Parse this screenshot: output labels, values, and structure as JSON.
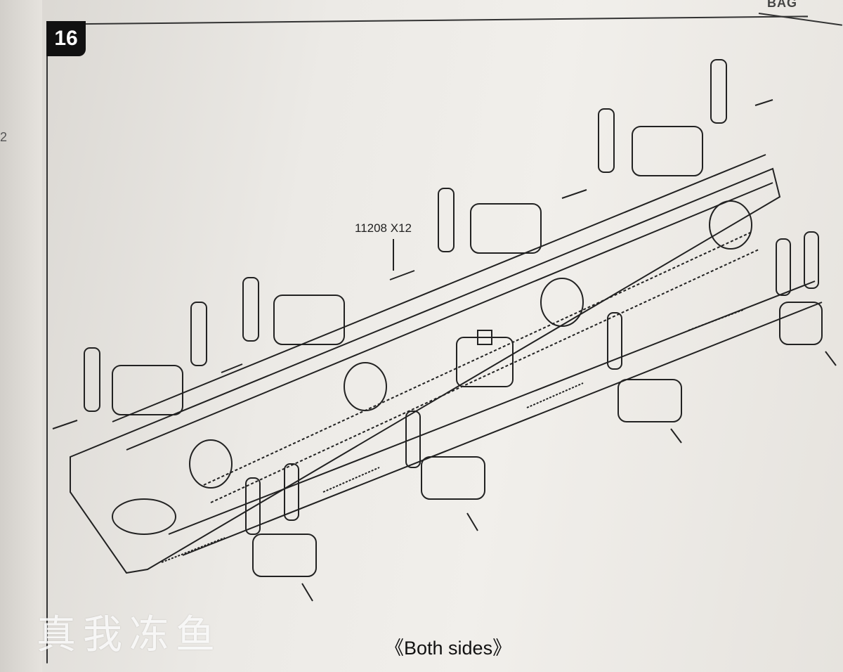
{
  "page": {
    "step_number": "16",
    "bag_label": "BAG",
    "left_margin_glyph": "2"
  },
  "callout": {
    "part_code": "11208 X12"
  },
  "caption": {
    "text": "《Both sides》"
  },
  "watermark": {
    "text": "真我冻鱼"
  },
  "colors": {
    "ink": "#222222",
    "badge": "#111111",
    "paper": "#eceae6"
  }
}
